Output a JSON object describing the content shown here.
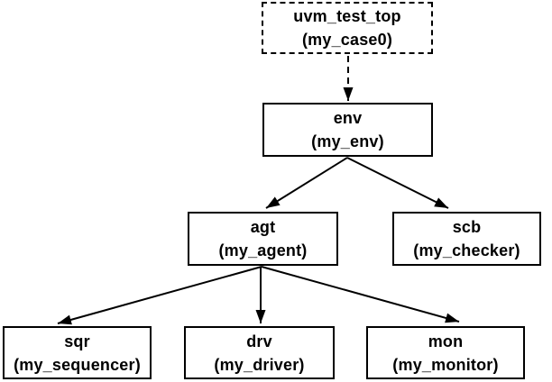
{
  "colors": {
    "background": "#ffffff",
    "box_border": "#000000",
    "text": "#000000",
    "arrow": "#000000"
  },
  "nodes": [
    {
      "id": "uvm_test_top",
      "name": "uvm_test_top",
      "instance": "(my_case0)",
      "border_style": "dashed"
    },
    {
      "id": "env",
      "name": "env",
      "instance": "(my_env)",
      "border_style": "solid"
    },
    {
      "id": "agt",
      "name": "agt",
      "instance": "(my_agent)",
      "border_style": "solid"
    },
    {
      "id": "scb",
      "name": "scb",
      "instance": "(my_checker)",
      "border_style": "solid"
    },
    {
      "id": "sqr",
      "name": "sqr",
      "instance": "(my_sequencer)",
      "border_style": "solid"
    },
    {
      "id": "drv",
      "name": "drv",
      "instance": "(my_driver)",
      "border_style": "solid"
    },
    {
      "id": "mon",
      "name": "mon",
      "instance": "(my_monitor)",
      "border_style": "solid"
    }
  ],
  "edges": [
    {
      "from": "uvm_test_top",
      "to": "env",
      "style": "dashed",
      "arrowhead": "filled"
    },
    {
      "from": "env",
      "to": "agt",
      "style": "solid",
      "arrowhead": "filled"
    },
    {
      "from": "env",
      "to": "scb",
      "style": "solid",
      "arrowhead": "filled"
    },
    {
      "from": "agt",
      "to": "sqr",
      "style": "solid",
      "arrowhead": "filled"
    },
    {
      "from": "agt",
      "to": "drv",
      "style": "solid",
      "arrowhead": "filled"
    },
    {
      "from": "agt",
      "to": "mon",
      "style": "solid",
      "arrowhead": "filled"
    }
  ]
}
